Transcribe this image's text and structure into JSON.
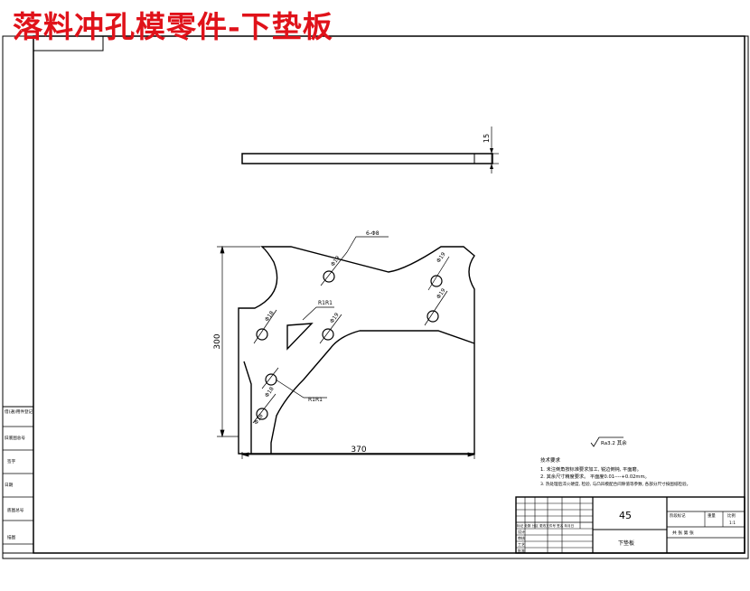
{
  "title": "落料冲孔模零件-下垫板",
  "dimensions": {
    "thickness": "15",
    "height": "300",
    "width": "370"
  },
  "callouts": {
    "holes_top": "6-Φ8",
    "hole_a": "Φ19",
    "hole_b": "Φ19",
    "hole_c": "Φ19",
    "hole_d": "Φ18",
    "hole_e": "Φ19",
    "hole_f": "Φ18",
    "hole_g": "Φ18",
    "radius_1": "R1R1",
    "radius_2": "R1R1"
  },
  "roughness": "Ra3.2 其余",
  "notes": {
    "heading": "技术要求",
    "line1": "1. 未注倒角按标准要求加工, 锐边倒钝, 平面磨。",
    "line2": "2. 其余尺寸精度要求。 平面度0.01----+0.02mm。",
    "line3": "3. 热处理后淬火硬度, 检验, 与凸凹模配合间隙值等参数, 各部分尺寸按图纸检验。"
  },
  "title_block": {
    "material": "45",
    "part_name": "下垫板",
    "row_labels": [
      "标记 处数 分区 更改文件号 签名 年月日",
      "设计",
      "审核",
      "工艺",
      "批准"
    ],
    "stage_label": "阶段标记",
    "weight_label": "重量",
    "scale_label": "比例",
    "scale_value": "1:1",
    "sheets_label": "共 张 第 张"
  },
  "side_column": {
    "labels": [
      "借(通)用件登记",
      "旧底图总号",
      "签字",
      "日期",
      "底图总号",
      "描图"
    ]
  }
}
